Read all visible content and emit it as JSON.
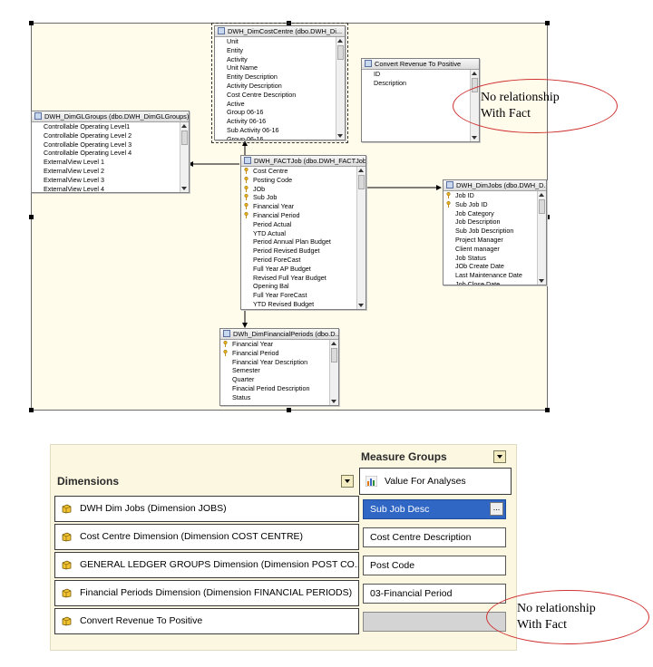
{
  "diagram": {
    "tables": {
      "cost_centre": {
        "title": "DWH_DimCostCentre (dbo.DWH_Di...",
        "rows": [
          {
            "name": "Unit",
            "key": false
          },
          {
            "name": "Entity",
            "key": false
          },
          {
            "name": "Activity",
            "key": false
          },
          {
            "name": "Unit Name",
            "key": false
          },
          {
            "name": "Entity Description",
            "key": false
          },
          {
            "name": "Activity Description",
            "key": false
          },
          {
            "name": "Cost Centre  Description",
            "key": false
          },
          {
            "name": "Active",
            "key": false
          },
          {
            "name": "Group 06-16",
            "key": false
          },
          {
            "name": "Activity 06-16",
            "key": false
          },
          {
            "name": "Sub Activity 06-16",
            "key": false
          },
          {
            "name": "Group 06-16",
            "key": false
          }
        ]
      },
      "convert_revenue": {
        "title": "Convert Revenue To Positive",
        "rows": [
          {
            "name": "ID",
            "key": false
          },
          {
            "name": "Description",
            "key": false
          }
        ]
      },
      "gl_groups": {
        "title": "DWH_DimGLGroups (dbo.DWH_DimGLGroups)",
        "rows": [
          {
            "name": "Controllable Operating Level1",
            "key": false
          },
          {
            "name": "Controllable Operating Level 2",
            "key": false
          },
          {
            "name": "Controllable Operating Level 3",
            "key": false
          },
          {
            "name": "Controllable Operating Level 4",
            "key": false
          },
          {
            "name": "ExternalView Level 1",
            "key": false
          },
          {
            "name": "ExternalView Level 2",
            "key": false
          },
          {
            "name": "ExternalView Level 3",
            "key": false
          },
          {
            "name": "ExternalView Level 4",
            "key": false
          }
        ]
      },
      "fact_job": {
        "title": "DWH_FACTJob (dbo.DWH_FACTJob)",
        "rows": [
          {
            "name": "Cost Centre",
            "key": true
          },
          {
            "name": "Posting Code",
            "key": true
          },
          {
            "name": "JOb",
            "key": true
          },
          {
            "name": "Sub Job",
            "key": true
          },
          {
            "name": "Financial Year",
            "key": true
          },
          {
            "name": "Financial Period",
            "key": true
          },
          {
            "name": "Period Actual",
            "key": false
          },
          {
            "name": "YTD Actual",
            "key": false
          },
          {
            "name": "Period Annual Plan Budget",
            "key": false
          },
          {
            "name": "Period Revised Budget",
            "key": false
          },
          {
            "name": "Period ForeCast",
            "key": false
          },
          {
            "name": "Full Year AP Budget",
            "key": false
          },
          {
            "name": "Revised Full Year Budget",
            "key": false
          },
          {
            "name": "Opening Bal",
            "key": false
          },
          {
            "name": "Full Year ForeCast",
            "key": false
          },
          {
            "name": "YTD Revised Budget",
            "key": false
          }
        ]
      },
      "dim_jobs": {
        "title": "DWH_DimJobs (dbo.DWH_D...",
        "rows": [
          {
            "name": "Job ID",
            "key": true
          },
          {
            "name": "Sub Job ID",
            "key": true
          },
          {
            "name": "Job Category",
            "key": false
          },
          {
            "name": "Job Description",
            "key": false
          },
          {
            "name": "Sub Job Description",
            "key": false
          },
          {
            "name": "Project Manager",
            "key": false
          },
          {
            "name": "Client manager",
            "key": false
          },
          {
            "name": "Job Status",
            "key": false
          },
          {
            "name": "JOb Create Date",
            "key": false
          },
          {
            "name": "Last Maintenance Date",
            "key": false
          },
          {
            "name": "Job Close Date",
            "key": false
          }
        ]
      },
      "financial_periods": {
        "title": "DWh_DimFinancialPeriods (dbo.D...",
        "rows": [
          {
            "name": "Financial Year",
            "key": true
          },
          {
            "name": "Financial Period",
            "key": true
          },
          {
            "name": "Financial Year Description",
            "key": false
          },
          {
            "name": "Semester",
            "key": false
          },
          {
            "name": "Quarter",
            "key": false
          },
          {
            "name": "Finacial Period Description",
            "key": false
          },
          {
            "name": "Status",
            "key": false
          }
        ]
      }
    },
    "callout": {
      "line1": "No relationship",
      "line2": "With Fact"
    }
  },
  "grid": {
    "measure_groups_header": "Measure Groups",
    "dimensions_header": "Dimensions",
    "measure_group": "Value For Analyses",
    "rows": [
      {
        "dimension": "DWH Dim Jobs (Dimension JOBS)",
        "cell": "Sub Job Desc"
      },
      {
        "dimension": "Cost Centre Dimension (Dimension COST CENTRE)",
        "cell": "Cost Centre Description"
      },
      {
        "dimension": "GENERAL LEDGER GROUPS Dimension (Dimension POST CO...",
        "cell": "Post Code"
      },
      {
        "dimension": "Financial Periods Dimension (Dimension FINANCIAL PERIODS)",
        "cell": "03-Financial Period"
      },
      {
        "dimension": "Convert Revenue To Positive",
        "cell": ""
      }
    ],
    "ellipsis": "...",
    "callout": {
      "line1": "No relationship",
      "line2": "With Fact"
    }
  },
  "colors": {
    "canvas": "#fffcec",
    "grid_background": "#fbf7e1",
    "selected_cell": "#3167c4",
    "callout_border": "#d03030"
  }
}
